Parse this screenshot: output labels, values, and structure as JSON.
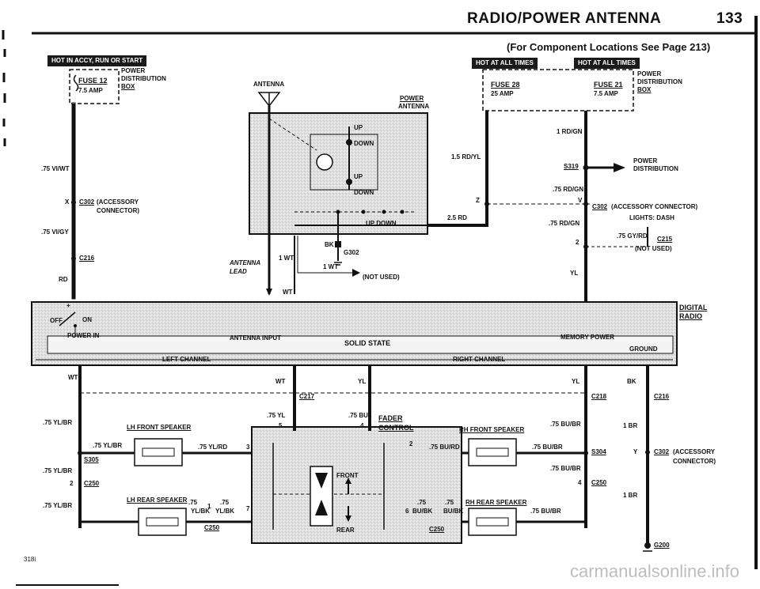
{
  "header": {
    "title": "RADIO/POWER ANTENNA",
    "page_number": "133",
    "subtitle": "(For Component Locations See Page 213)"
  },
  "badges": {
    "left": "HOT IN ACCY, RUN OR START",
    "mid": "HOT AT ALL TIMES",
    "right": "HOT AT ALL TIMES"
  },
  "fuses": {
    "fuse12": "FUSE 12",
    "fuse12_rating": "7.5 AMP",
    "fuse28": "FUSE 28",
    "fuse28_rating": "25 AMP",
    "fuse21": "FUSE 21",
    "fuse21_rating": "7.5 AMP",
    "pdb_line1": "POWER",
    "pdb_line2": "DISTRIBUTION",
    "pdb_line3": "BOX"
  },
  "labels": {
    "antenna": "ANTENNA",
    "power_antenna_1": "POWER",
    "power_antenna_2": "ANTENNA",
    "up1": "UP",
    "down1": "DOWN",
    "up2": "UP",
    "down2": "DOWN",
    "up_down": "UP   DOWN",
    "bk": "BK",
    "g302": "G302",
    "antenna_lead_1": "ANTENNA",
    "antenna_lead_2": "LEAD",
    "wt_a": "1 WT",
    "wt_b": "1 WT",
    "not_used_1": "(NOT USED)",
    "wt_c": "WT",
    "vi_wt": ".75 VI/WT",
    "x": "X",
    "c302_1": "C302",
    "accessory_1": "(ACCESSORY",
    "connector_1": "CONNECTOR)",
    "vi_gy": ".75 VI/GY",
    "c216_1": "C216",
    "rd": "RD",
    "rd_yl": "1.5 RD/YL",
    "z": "Z",
    "rd_25": "2.5 RD",
    "rd_gn_1": "1 RD/GN",
    "s319": "S319",
    "power_dist_1": "POWER",
    "power_dist_2": "DISTRIBUTION",
    "rd_gn_2": ".75 RD/GN",
    "v": "V",
    "c302_2": "C302",
    "accessory_conn_2": "(ACCESSORY CONNECTOR)",
    "lights_dash": "LIGHTS: DASH",
    "rd_gn_3": ".75 RD/GN",
    "gy_rd": ".75 GY/RD",
    "c215": "C215",
    "not_used_2": "(NOT USED)",
    "two": "2",
    "yl_right": "YL",
    "plus": "+",
    "off": "OFF",
    "on": "ON",
    "digital_radio_1": "DIGITAL",
    "digital_radio_2": "RADIO",
    "power_in": "POWER IN",
    "antenna_input": "ANTENNA INPUT",
    "solid_state": "SOLID STATE",
    "memory_power": "MEMORY POWER",
    "ground": "GROUND",
    "left_channel": "LEFT CHANNEL",
    "right_channel": "RIGHT CHANNEL"
  },
  "speakers": {
    "wt_l": "WT",
    "wt_m": "WT",
    "yl_m": "YL",
    "yl_r": "YL",
    "bk_r": "BK",
    "c217": "C217",
    "c218": "C218",
    "c216_b": "C216",
    "yl_br_1": ".75 YL/BR",
    "lh_front": "LH FRONT SPEAKER",
    "yl_br_2": ".75 YL/BR",
    "yl_rd": ".75 YL/RD",
    "three": "3",
    "s305": "S305",
    "yl_br_3": ".75 YL/BR",
    "two_b": "2",
    "c250_a": "C250",
    "yl_br_4": ".75 YL/BR",
    "lh_rear": "LH REAR SPEAKER",
    "p75_a": ".75",
    "p75_b": ".75",
    "yl_bk_1": "YL/BK",
    "yl_bk_2": "YL/BK",
    "seven": "7",
    "one_a": "1",
    "c250_b": "C250",
    "yl_75": ".75 YL",
    "five": "5",
    "bu_75": ".75 BU",
    "four_a": "4",
    "fader": "FADER",
    "control": "CONTROL",
    "rh_front": "RH FRONT SPEAKER",
    "bu_br_1": ".75 BU/BR",
    "two_c": "2",
    "bu_rd": ".75 BU/RD",
    "bu_br_2": ".75 BU/BR",
    "s304": "S304",
    "bu_br_3": ".75 BU/BR",
    "four_b": "4",
    "c250_c": "C250",
    "front": "FRONT",
    "rear": "REAR",
    "p75_c": ".75",
    "p75_d": ".75",
    "rh_rear": "RH REAR SPEAKER",
    "six": "6",
    "bu_bk_1": "BU/BK",
    "bu_bk_2": "BU/BK",
    "bu_br_4": ".75 BU/BR",
    "c250_d": "C250",
    "br_1": "1 BR",
    "y": "Y",
    "c302_3": "C302",
    "accessory_3": "(ACCESSORY",
    "connector_3": "CONNECTOR)",
    "br_2": "1 BR",
    "g200": "G200"
  },
  "footer": {
    "model": "318i",
    "watermark": "carmanualsonline.info"
  }
}
